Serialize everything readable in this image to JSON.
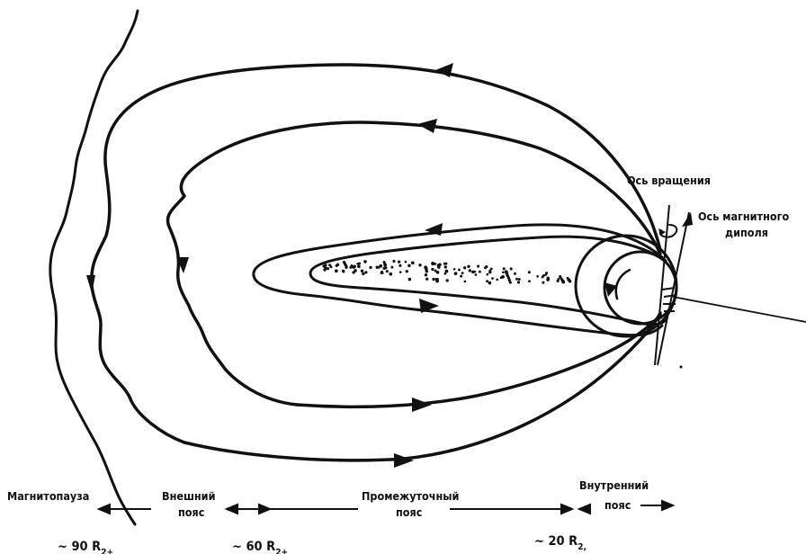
{
  "labels": {
    "rotation_axis": "Ось вращения",
    "dipole_axis_line1": "Ось магнитного",
    "dipole_axis_line2": "диполя",
    "magnetopause": "Магнитопауза",
    "outer_belt_line1": "Внешний",
    "outer_belt_line2": "пояс",
    "middle_belt_line1": "Промежуточный",
    "middle_belt_line2": "пояс",
    "inner_belt_line1": "Внутренний",
    "inner_belt_line2": "пояс"
  },
  "distances": {
    "d90": {
      "prefix": "~ 90 R",
      "sub": "2+"
    },
    "d60": {
      "prefix": "~ 60 R",
      "sub": "2+"
    },
    "d20": {
      "prefix": "~ 20 R",
      "sub": "2,"
    }
  },
  "colors": {
    "ink": "#111111",
    "paper": "#ffffff"
  }
}
